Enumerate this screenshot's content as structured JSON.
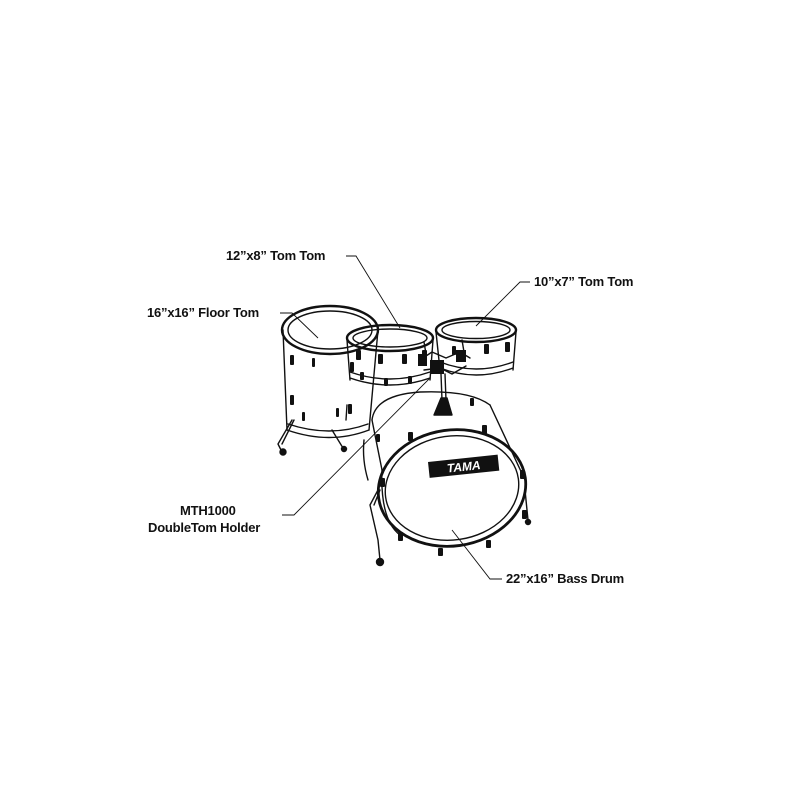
{
  "labels": {
    "tom_12x8": "12”x8” Tom Tom",
    "tom_10x7": "10”x7” Tom Tom",
    "floor_tom": "16”x16” Floor Tom",
    "holder_line1": "MTH1000",
    "holder_line2": "DoubleTom Holder",
    "bass_drum": "22”x16” Bass Drum"
  },
  "logo": {
    "brand": "TAMA"
  },
  "colors": {
    "ink": "#111111",
    "background": "#ffffff"
  }
}
